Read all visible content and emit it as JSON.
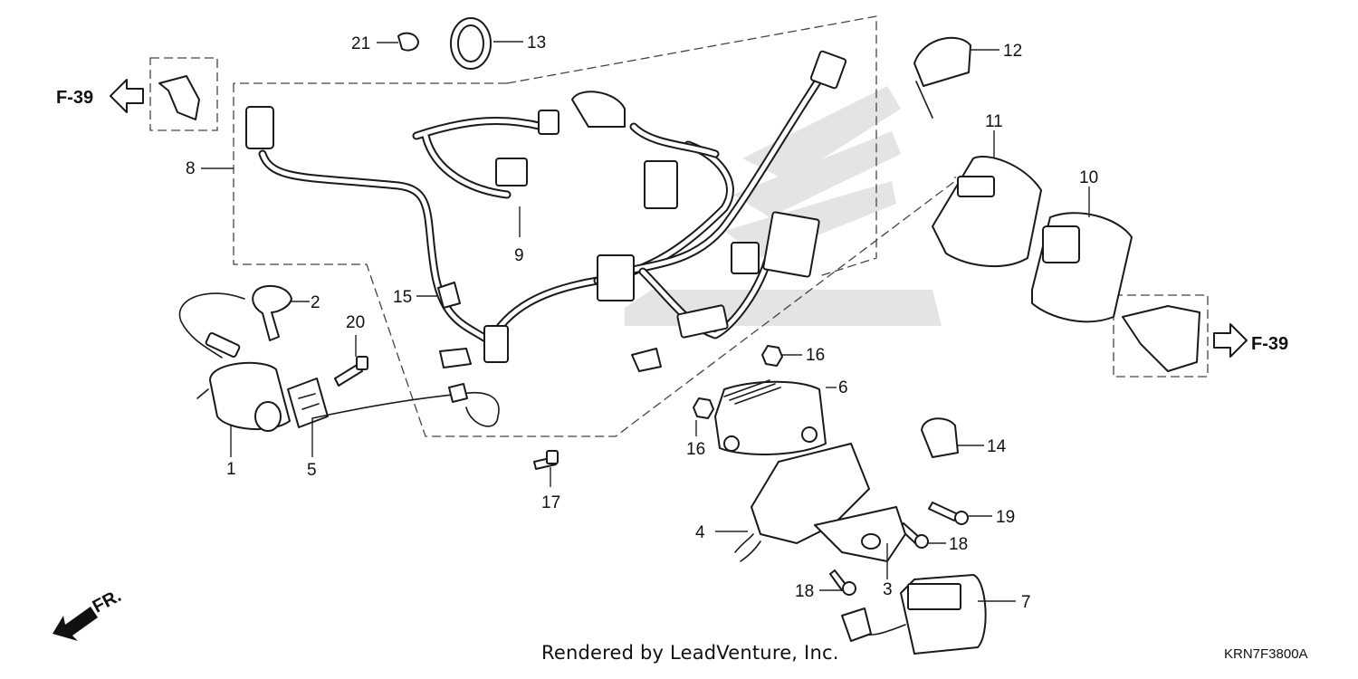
{
  "diagram": {
    "callouts": [
      {
        "id": "c1",
        "text": "1"
      },
      {
        "id": "c2",
        "text": "2"
      },
      {
        "id": "c3",
        "text": "3"
      },
      {
        "id": "c4",
        "text": "4"
      },
      {
        "id": "c5",
        "text": "5"
      },
      {
        "id": "c6",
        "text": "6"
      },
      {
        "id": "c7",
        "text": "7"
      },
      {
        "id": "c8",
        "text": "8"
      },
      {
        "id": "c9",
        "text": "9"
      },
      {
        "id": "c10",
        "text": "10"
      },
      {
        "id": "c11",
        "text": "11"
      },
      {
        "id": "c12",
        "text": "12"
      },
      {
        "id": "c13",
        "text": "13"
      },
      {
        "id": "c14",
        "text": "14"
      },
      {
        "id": "c15",
        "text": "15"
      },
      {
        "id": "c16a",
        "text": "16"
      },
      {
        "id": "c16b",
        "text": "16"
      },
      {
        "id": "c17",
        "text": "17"
      },
      {
        "id": "c18a",
        "text": "18"
      },
      {
        "id": "c18b",
        "text": "18"
      },
      {
        "id": "c19",
        "text": "19"
      },
      {
        "id": "c20",
        "text": "20"
      },
      {
        "id": "c21",
        "text": "21"
      }
    ],
    "references": {
      "left": "F-39",
      "right": "F-39",
      "front": "FR."
    }
  },
  "footer": {
    "credit": "Rendered by LeadVenture, Inc.",
    "diagram_code": "KRN7F3800A"
  }
}
